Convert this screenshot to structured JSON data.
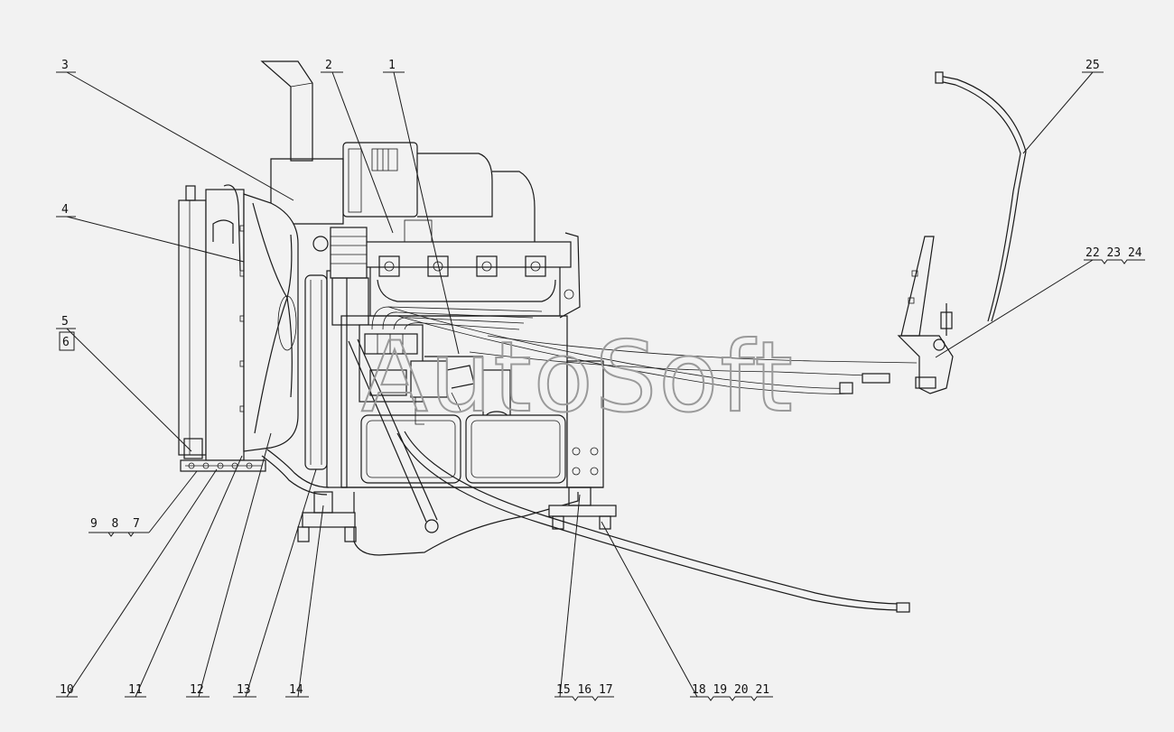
{
  "watermark": "AutoSoft",
  "labels": {
    "l1": "1",
    "l2": "2",
    "l3": "3",
    "l4": "4",
    "l5": "5",
    "l6": "6",
    "g7": "9  8  7",
    "l10": "10",
    "l11": "11",
    "l12": "12",
    "l13": "13",
    "l14": "14",
    "g15": "15 16 17",
    "g18": "18 19 20 21",
    "g22": "22 23 24",
    "l25": "25"
  },
  "colors": {
    "line": "#1a1a1a",
    "background": "#f2f2f2",
    "watermark": "#9a9a9a"
  }
}
